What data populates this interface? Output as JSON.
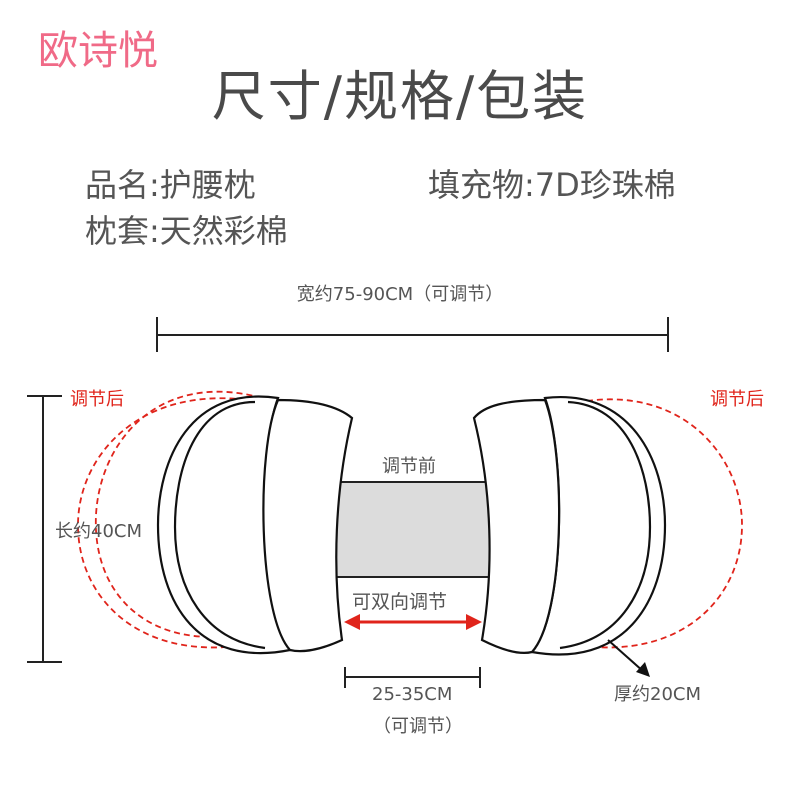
{
  "brand": "欧诗悦",
  "title": "尺寸/规格/包装",
  "specs": {
    "name": "品名:护腰枕",
    "fill": "填充物:7D珍珠棉",
    "cover": "枕套:天然彩棉"
  },
  "diagram": {
    "width_label": "宽约75-90CM（可调节）",
    "after_adjust_left": "调节后",
    "after_adjust_right": "调节后",
    "length_label": "长约40CM",
    "before_adjust": "调节前",
    "bidirectional": "可双向调节",
    "gap_label": "25-35CM",
    "gap_note": "（可调节）",
    "thickness_label": "厚约20CM"
  },
  "colors": {
    "brand": "#f06a87",
    "adjust_red": "#e0241b",
    "band_fill": "#dcdcdc"
  }
}
